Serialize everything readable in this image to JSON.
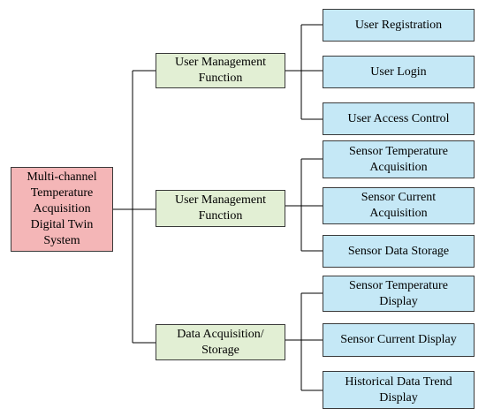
{
  "root": {
    "label": "Multi-channel\nTemperature\nAcquisition\nDigital Twin\nSystem"
  },
  "branches": [
    {
      "label": "User Management\nFunction",
      "children": [
        "User Registration",
        "User Login",
        "User Access Control"
      ]
    },
    {
      "label": "User Management\nFunction",
      "children": [
        "Sensor Temperature\nAcquisition",
        "Sensor Current\nAcquisition",
        "Sensor Data Storage"
      ]
    },
    {
      "label": "Data Acquisition/\nStorage",
      "children": [
        "Sensor Temperature\nDisplay",
        "Sensor Current Display",
        "Historical Data Trend\nDisplay"
      ]
    }
  ],
  "colors": {
    "root_fill": "#f4b6b7",
    "branch_fill": "#e2efd4",
    "leaf_fill": "#c5e8f6",
    "border": "#3a3a3a",
    "connector": "#000000"
  }
}
